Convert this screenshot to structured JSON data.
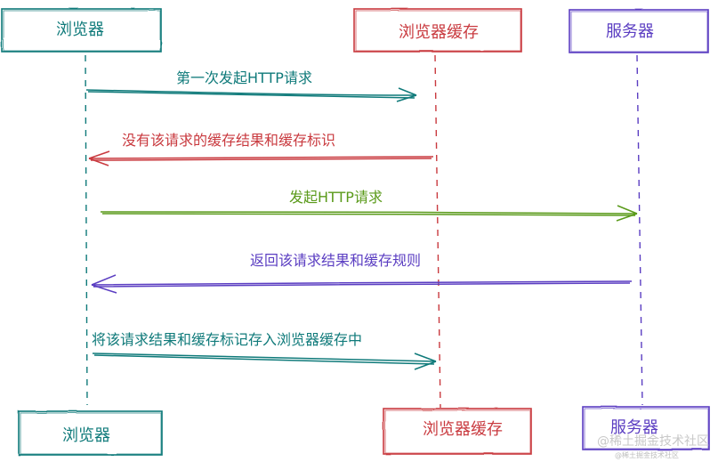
{
  "colors": {
    "teal": "#0f7a7a",
    "red": "#c93a3f",
    "purple": "#5b3ec2",
    "green": "#5a9a1a",
    "watermark": "#c8c8c8"
  },
  "participants": {
    "browser": "浏览器",
    "cache": "浏览器缓存",
    "server": "服务器"
  },
  "messages": {
    "m1": "第一次发起HTTP请求",
    "m2": "没有该请求的缓存结果和缓存标识",
    "m3": "发起HTTP请求",
    "m4": "返回该请求结果和缓存规则",
    "m5": "将该请求结果和缓存标记存入浏览器缓存中"
  },
  "watermark": {
    "main": "@稀土掘金技术社区",
    "sub": "@稀土掘金技术社区"
  }
}
